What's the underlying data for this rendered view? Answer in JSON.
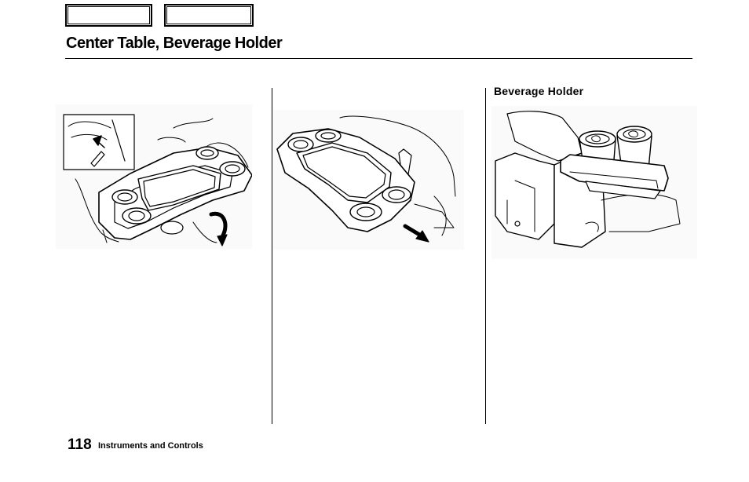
{
  "nav": {
    "back_label": "",
    "forward_label": ""
  },
  "header": {
    "title": "Center Table, Beverage Holder"
  },
  "column3": {
    "subheading": "Beverage Holder"
  },
  "illustrations": [
    {
      "icon": "center-table-fold-illustration"
    },
    {
      "icon": "center-table-slide-illustration"
    },
    {
      "icon": "beverage-holder-illustration"
    }
  ],
  "footer": {
    "page_number": "118",
    "section": "Instruments and Controls"
  }
}
